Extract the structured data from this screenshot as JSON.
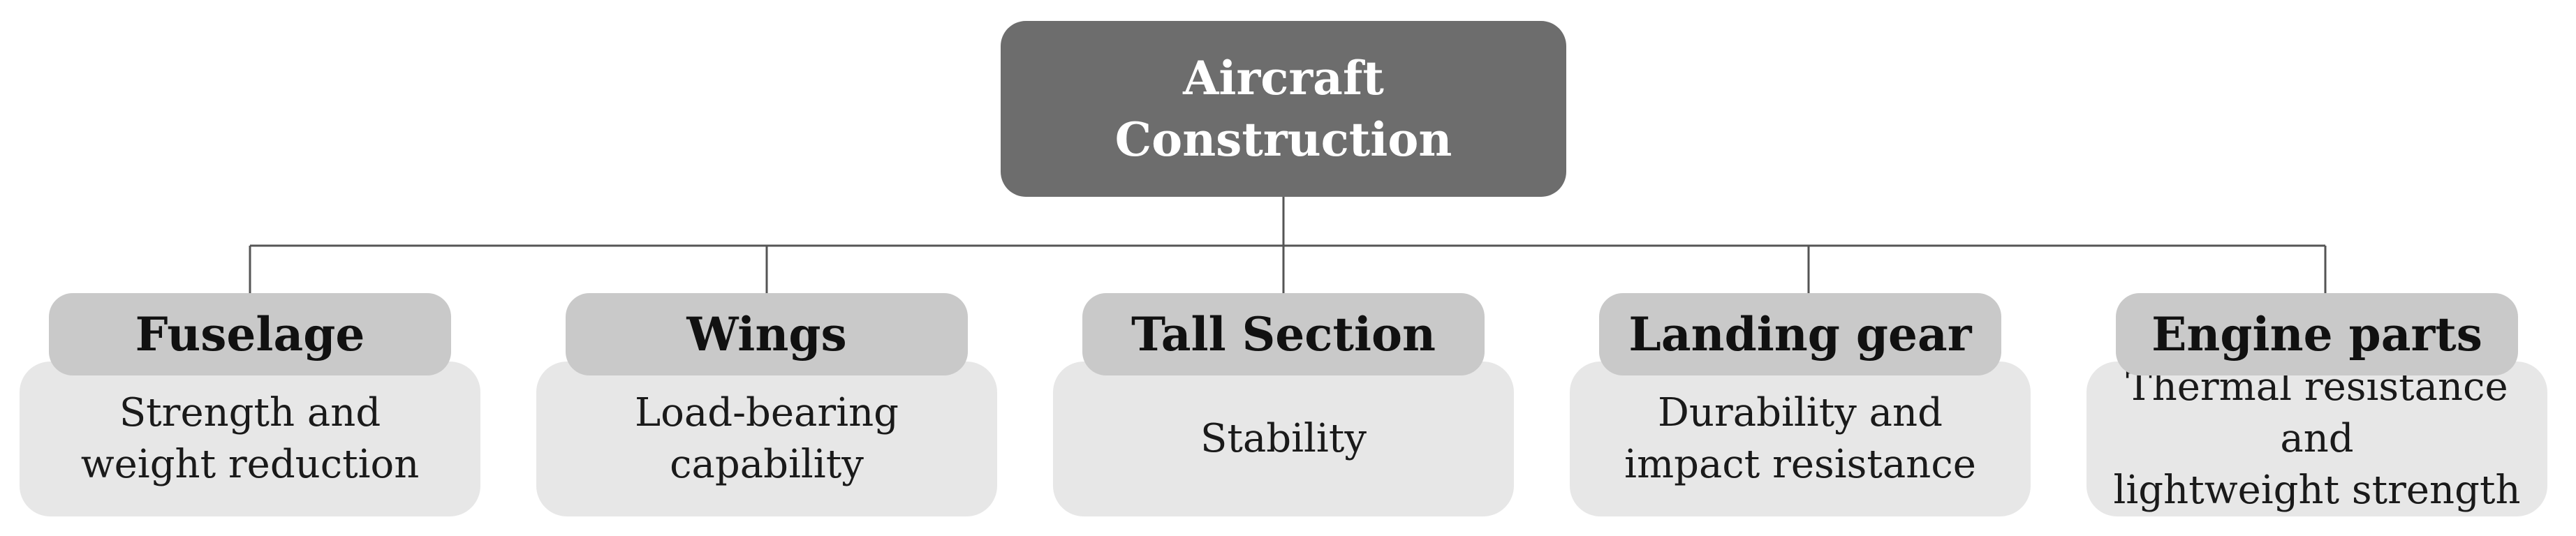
{
  "diagram": {
    "root": {
      "lines": [
        "Aircraft",
        "Construction"
      ]
    },
    "branches": [
      {
        "label": "Fuselage",
        "lines": [
          "Strength and",
          "weight reduction"
        ]
      },
      {
        "label": "Wings",
        "lines": [
          "Load-bearing",
          "capability"
        ]
      },
      {
        "label": "Tall Section",
        "lines": [
          "Stability"
        ]
      },
      {
        "label": "Landing gear",
        "lines": [
          "Durability and",
          "impact resistance"
        ]
      },
      {
        "label": "Engine parts",
        "lines": [
          "Thermal resistance and",
          "lightweight strength"
        ]
      }
    ],
    "colors": {
      "root_fill": "#6d6d6d",
      "label_fill": "#c9c9c9",
      "body_fill": "#e7e7e7",
      "connector": "#555555",
      "root_text": "#ffffff"
    }
  }
}
